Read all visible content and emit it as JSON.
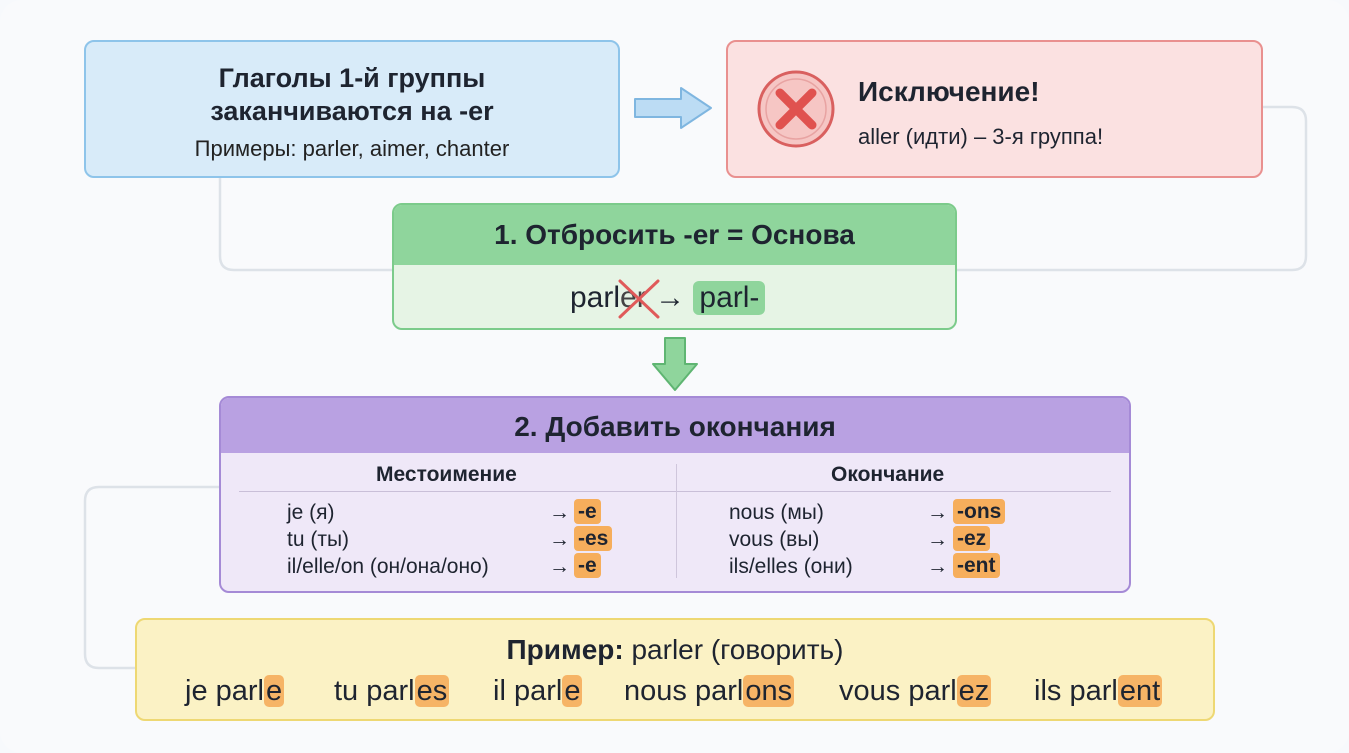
{
  "rule": {
    "title_line1": "Глаголы 1-й группы",
    "title_line2": "заканчиваются на -er",
    "examples": "Примеры: parler, aimer, chanter"
  },
  "exception": {
    "icon": "x-circle-icon",
    "title": "Исключение!",
    "text": "aller (идти) – 3-я группа!"
  },
  "step1": {
    "title": "1. Отбросить -er = Основа",
    "verb_start": "parl",
    "verb_removed": "er",
    "arrow": "→",
    "stem": "parl-"
  },
  "step2": {
    "title": "2. Добавить окончания",
    "col1_header": "Местоимение",
    "col2_header": "Окончание",
    "arrow": "→",
    "left_rows": [
      {
        "pronoun": "je (я)",
        "ending": "-e"
      },
      {
        "pronoun": "tu (ты)",
        "ending": "-es"
      },
      {
        "pronoun": "il/elle/on (он/она/оно)",
        "ending": "-e"
      }
    ],
    "right_rows": [
      {
        "pronoun": "nous (мы)",
        "ending": "-ons"
      },
      {
        "pronoun": "vous (вы)",
        "ending": "-ez"
      },
      {
        "pronoun": "ils/elles (они)",
        "ending": "-ent"
      }
    ]
  },
  "example": {
    "label": "Пример:",
    "verb": "parler (говорить)",
    "forms": [
      {
        "stem": "je parl",
        "suffix": "e"
      },
      {
        "stem": "tu parl",
        "suffix": "es"
      },
      {
        "stem": "il parl",
        "suffix": "e"
      },
      {
        "stem": "nous parl",
        "suffix": "ons"
      },
      {
        "stem": "vous parl",
        "suffix": "ez"
      },
      {
        "stem": "ils parl",
        "suffix": "ent"
      }
    ]
  },
  "colors": {
    "rule_bg": "#d8ebf9",
    "exception_bg": "#fbe1e1",
    "step1_header": "#8fd59c",
    "step2_header": "#b9a1e2",
    "ending_highlight": "#f6ae5c",
    "example_bg": "#fbf2c5"
  }
}
